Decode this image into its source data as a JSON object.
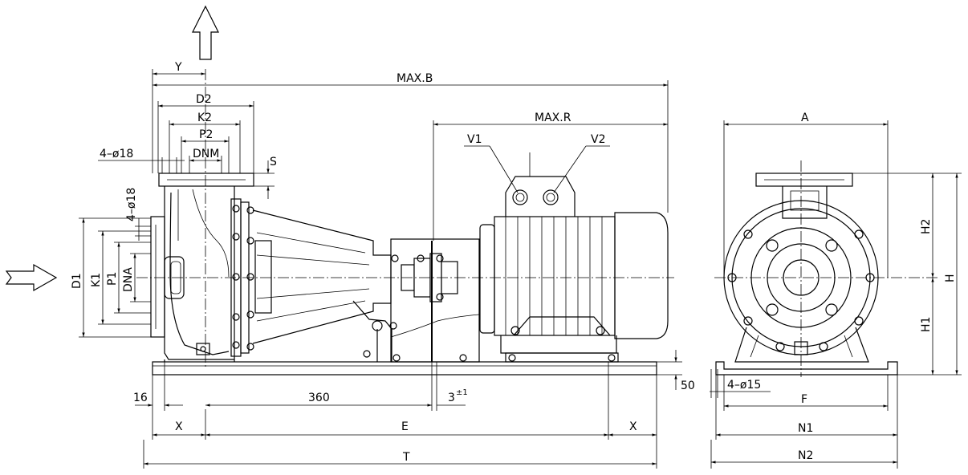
{
  "labels": {
    "y": "Y",
    "max_b": "MAX.B",
    "d2": "D2",
    "k2": "K2",
    "p2": "P2",
    "dnm": "DNM",
    "s": "S",
    "holes_top": "4–ø18",
    "holes_side": "4–ø18",
    "max_r": "MAX.R",
    "v1": "V1",
    "v2": "V2",
    "d1": "D1",
    "k1": "K1",
    "p1": "P1",
    "dna": "DNA",
    "sixteen": "16",
    "three_sixty": "360",
    "three": "3",
    "tol": "±1",
    "fifty": "50",
    "x_left": "X",
    "e": "E",
    "x_right": "X",
    "t": "T",
    "a": "A",
    "h2": "H2",
    "h": "H",
    "h1": "H1",
    "base_holes": "4–ø15",
    "f": "F",
    "n1": "N1",
    "n2": "N2"
  }
}
